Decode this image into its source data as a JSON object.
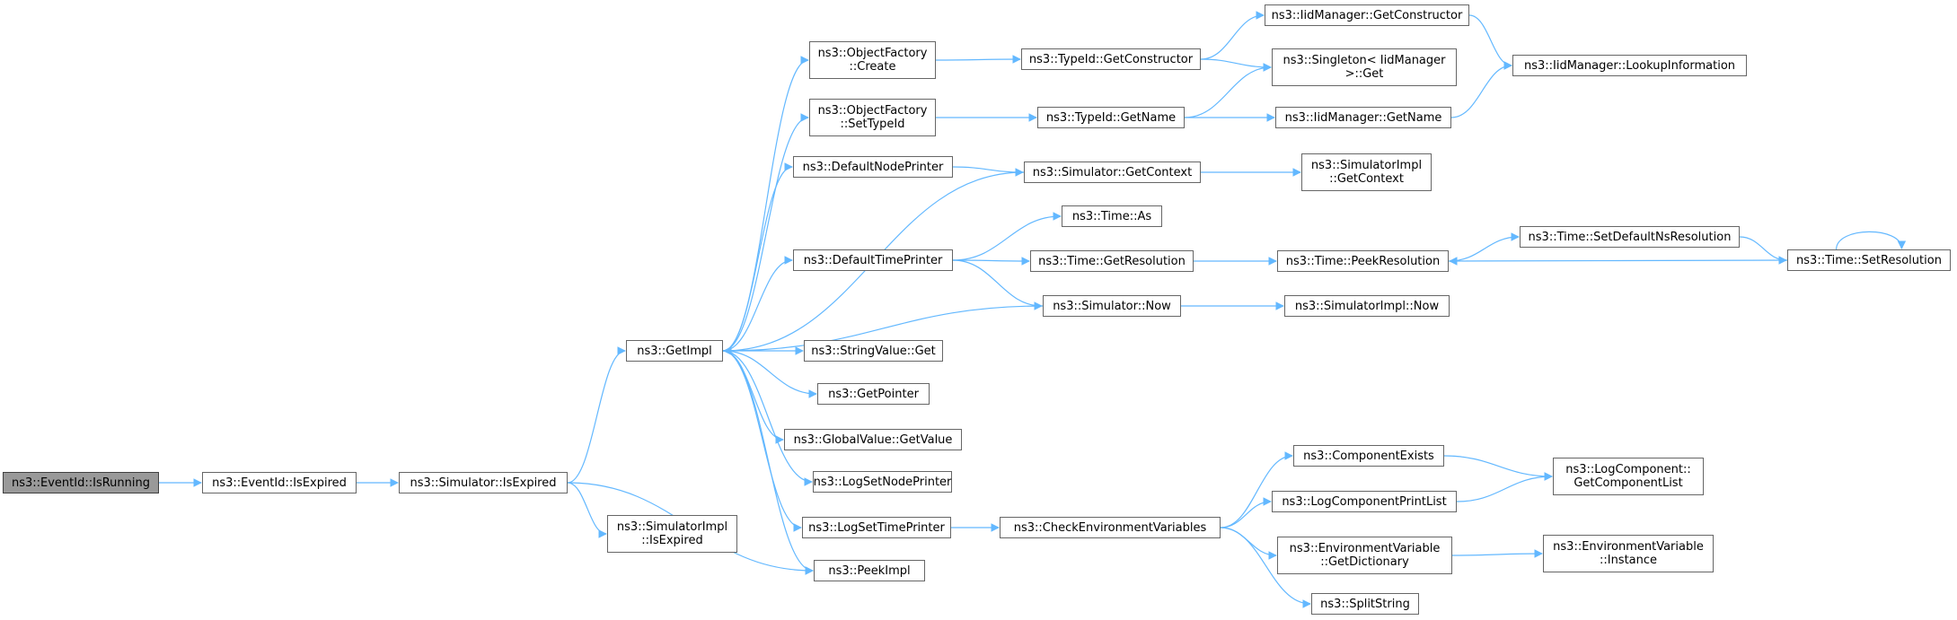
{
  "graph": {
    "edge_color": "#63b8ff",
    "node_border_color": "#666666",
    "root_fill_color": "#999999",
    "nodes": [
      {
        "id": "isrunning",
        "label": "ns3::EventId::IsRunning",
        "root": true
      },
      {
        "id": "eid_expired",
        "label": "ns3::EventId::IsExpired"
      },
      {
        "id": "sim_expired",
        "label": "ns3::Simulator::IsExpired"
      },
      {
        "id": "getimpl",
        "label": "ns3::GetImpl"
      },
      {
        "id": "simimpl_expired",
        "label": "ns3::SimulatorImpl\n::IsExpired"
      },
      {
        "id": "peekimpl",
        "label": "ns3::PeekImpl"
      },
      {
        "id": "of_create",
        "label": "ns3::ObjectFactory\n::Create"
      },
      {
        "id": "of_settype",
        "label": "ns3::ObjectFactory\n::SetTypeId"
      },
      {
        "id": "defnodeprinter",
        "label": "ns3::DefaultNodePrinter"
      },
      {
        "id": "deftimeprinter",
        "label": "ns3::DefaultTimePrinter"
      },
      {
        "id": "stringget",
        "label": "ns3::StringValue::Get"
      },
      {
        "id": "getpointer",
        "label": "ns3::GetPointer"
      },
      {
        "id": "gv_getvalue",
        "label": "ns3::GlobalValue::GetValue"
      },
      {
        "id": "logsetnode",
        "label": "ns3::LogSetNodePrinter"
      },
      {
        "id": "logsettime",
        "label": "ns3::LogSetTimePrinter"
      },
      {
        "id": "tid_getctor",
        "label": "ns3::TypeId::GetConstructor"
      },
      {
        "id": "tid_getname",
        "label": "ns3::TypeId::GetName"
      },
      {
        "id": "sim_getctx",
        "label": "ns3::Simulator::GetContext"
      },
      {
        "id": "time_as",
        "label": "ns3::Time::As"
      },
      {
        "id": "time_getres",
        "label": "ns3::Time::GetResolution"
      },
      {
        "id": "sim_now",
        "label": "ns3::Simulator::Now"
      },
      {
        "id": "checkenv",
        "label": "ns3::CheckEnvironmentVariables"
      },
      {
        "id": "iid_getctor",
        "label": "ns3::IidManager::GetConstructor"
      },
      {
        "id": "singleton",
        "label": "ns3::Singleton< IidManager\n>::Get"
      },
      {
        "id": "iid_getname",
        "label": "ns3::IidManager::GetName"
      },
      {
        "id": "simimpl_getctx",
        "label": "ns3::SimulatorImpl\n::GetContext"
      },
      {
        "id": "time_peekres",
        "label": "ns3::Time::PeekResolution"
      },
      {
        "id": "simimpl_now",
        "label": "ns3::SimulatorImpl::Now"
      },
      {
        "id": "compexists",
        "label": "ns3::ComponentExists"
      },
      {
        "id": "logcompprint",
        "label": "ns3::LogComponentPrintList"
      },
      {
        "id": "envvar_getdict",
        "label": "ns3::EnvironmentVariable\n::GetDictionary"
      },
      {
        "id": "splitstring",
        "label": "ns3::SplitString"
      },
      {
        "id": "iid_lookup",
        "label": "ns3::IidManager::LookupInformation"
      },
      {
        "id": "time_setdefns",
        "label": "ns3::Time::SetDefaultNsResolution"
      },
      {
        "id": "time_setres",
        "label": "ns3::Time::SetResolution"
      },
      {
        "id": "logcomp_getlist",
        "label": "ns3::LogComponent::\nGetComponentList"
      },
      {
        "id": "envvar_instance",
        "label": "ns3::EnvironmentVariable\n::Instance"
      }
    ],
    "edges": [
      [
        "isrunning",
        "eid_expired"
      ],
      [
        "eid_expired",
        "sim_expired"
      ],
      [
        "sim_expired",
        "getimpl"
      ],
      [
        "sim_expired",
        "simimpl_expired"
      ],
      [
        "sim_expired",
        "peekimpl"
      ],
      [
        "getimpl",
        "of_create"
      ],
      [
        "getimpl",
        "of_settype"
      ],
      [
        "getimpl",
        "defnodeprinter"
      ],
      [
        "getimpl",
        "deftimeprinter"
      ],
      [
        "getimpl",
        "stringget"
      ],
      [
        "getimpl",
        "getpointer"
      ],
      [
        "getimpl",
        "gv_getvalue"
      ],
      [
        "getimpl",
        "logsetnode"
      ],
      [
        "getimpl",
        "logsettime"
      ],
      [
        "getimpl",
        "peekimpl"
      ],
      [
        "of_create",
        "tid_getctor"
      ],
      [
        "of_settype",
        "tid_getname"
      ],
      [
        "defnodeprinter",
        "sim_getctx"
      ],
      [
        "sim_getctx",
        "getimpl"
      ],
      [
        "sim_getctx",
        "simimpl_getctx"
      ],
      [
        "deftimeprinter",
        "time_as"
      ],
      [
        "deftimeprinter",
        "time_getres"
      ],
      [
        "deftimeprinter",
        "sim_now"
      ],
      [
        "sim_now",
        "getimpl"
      ],
      [
        "sim_now",
        "simimpl_now"
      ],
      [
        "logsettime",
        "checkenv"
      ],
      [
        "tid_getctor",
        "iid_getctor"
      ],
      [
        "tid_getctor",
        "singleton"
      ],
      [
        "tid_getname",
        "singleton"
      ],
      [
        "tid_getname",
        "iid_getname"
      ],
      [
        "iid_getctor",
        "iid_lookup"
      ],
      [
        "iid_getname",
        "iid_lookup"
      ],
      [
        "time_getres",
        "time_peekres"
      ],
      [
        "time_peekres",
        "time_setdefns"
      ],
      [
        "time_setdefns",
        "time_setres"
      ],
      [
        "time_setres",
        "time_peekres"
      ],
      [
        "time_setres",
        "time_setres"
      ],
      [
        "checkenv",
        "compexists"
      ],
      [
        "checkenv",
        "logcompprint"
      ],
      [
        "checkenv",
        "envvar_getdict"
      ],
      [
        "checkenv",
        "splitstring"
      ],
      [
        "compexists",
        "logcomp_getlist"
      ],
      [
        "logcompprint",
        "logcomp_getlist"
      ],
      [
        "envvar_getdict",
        "envvar_instance"
      ]
    ]
  }
}
